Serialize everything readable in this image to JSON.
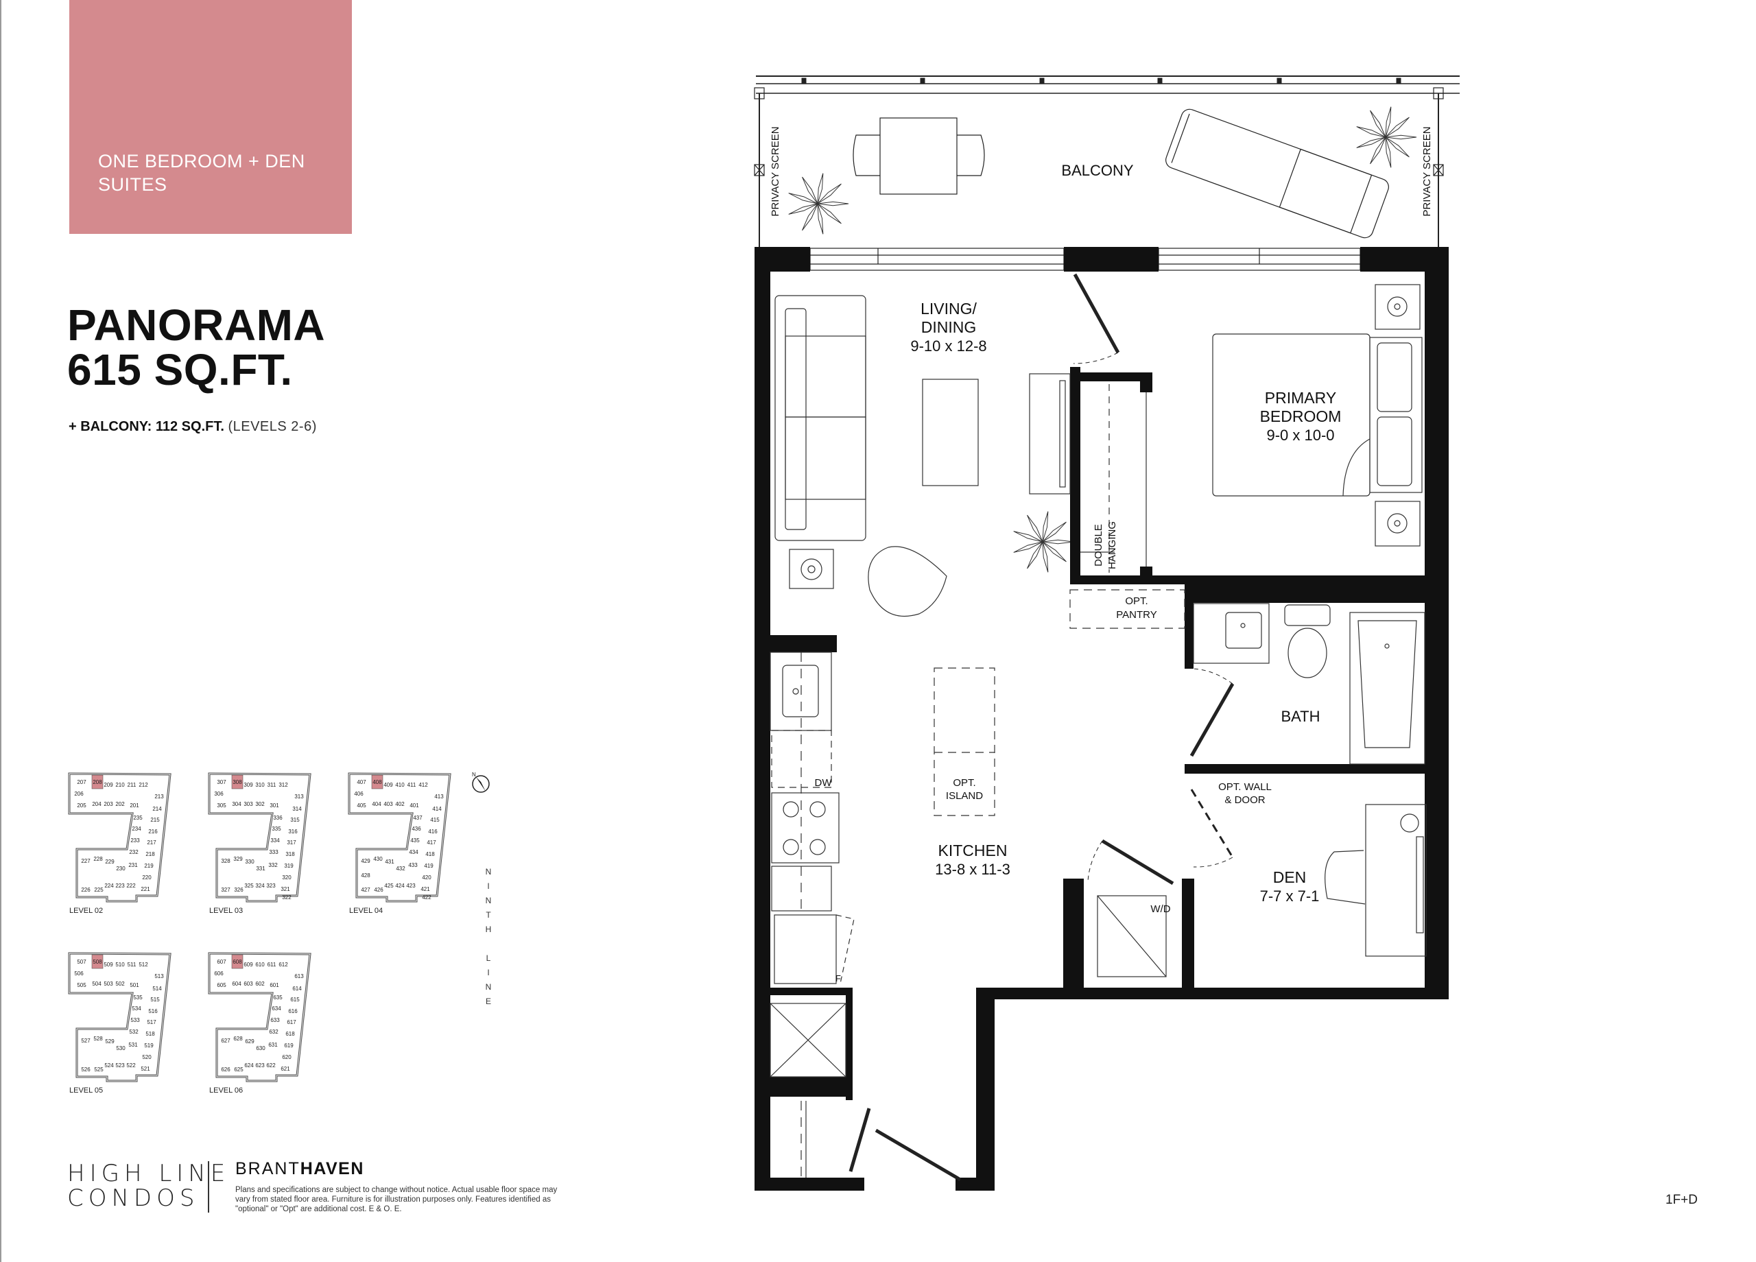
{
  "header": {
    "suite_type_line1": "ONE BEDROOM + DEN",
    "suite_type_line2": "SUITES",
    "accent_color": "#d48a8e"
  },
  "model": {
    "name": "PANORAMA",
    "area": "615 SQ.FT.",
    "balcony_label": "+ BALCONY: 112 SQ.FT.",
    "balcony_levels": "(LEVELS 2-6)"
  },
  "key_plans": {
    "street": "NINTH LINE",
    "north": "N",
    "highlight_color": "#d4898e",
    "levels": [
      {
        "label": "LEVEL 02",
        "highlighted": "208",
        "units": [
          "207",
          "208",
          "209",
          "210",
          "211",
          "212",
          "206",
          "205",
          "204",
          "203",
          "202",
          "201",
          "213",
          "214",
          "215",
          "216",
          "217",
          "218",
          "219",
          "220",
          "221",
          "235",
          "234",
          "233",
          "232",
          "231",
          "230",
          "229",
          "228",
          "227",
          "226",
          "225",
          "224",
          "223",
          "222"
        ]
      },
      {
        "label": "LEVEL 03",
        "highlighted": "308",
        "units": [
          "307",
          "308",
          "309",
          "310",
          "311",
          "312",
          "306",
          "305",
          "304",
          "303",
          "302",
          "301",
          "313",
          "314",
          "315",
          "316",
          "317",
          "318",
          "319",
          "320",
          "321",
          "336",
          "335",
          "334",
          "333",
          "332",
          "331",
          "330",
          "329",
          "328",
          "327",
          "326",
          "325",
          "324",
          "323",
          "322"
        ]
      },
      {
        "label": "LEVEL 04",
        "highlighted": "408",
        "units": [
          "407",
          "408",
          "409",
          "410",
          "411",
          "412",
          "406",
          "405",
          "404",
          "403",
          "402",
          "401",
          "413",
          "414",
          "415",
          "416",
          "417",
          "418",
          "419",
          "420",
          "421",
          "437",
          "436",
          "435",
          "434",
          "433",
          "432",
          "431",
          "430",
          "429",
          "427",
          "426",
          "425",
          "424",
          "423",
          "422",
          "428"
        ]
      },
      {
        "label": "LEVEL 05",
        "highlighted": "508",
        "units": [
          "507",
          "508",
          "509",
          "510",
          "511",
          "512",
          "506",
          "505",
          "504",
          "503",
          "502",
          "501",
          "513",
          "514",
          "515",
          "516",
          "517",
          "518",
          "519",
          "520",
          "521",
          "535",
          "534",
          "533",
          "532",
          "531",
          "530",
          "529",
          "528",
          "527",
          "526",
          "525",
          "524",
          "523",
          "522"
        ]
      },
      {
        "label": "LEVEL 06",
        "highlighted": "608",
        "units": [
          "607",
          "608",
          "609",
          "610",
          "611",
          "612",
          "606",
          "605",
          "604",
          "603",
          "602",
          "601",
          "613",
          "614",
          "615",
          "616",
          "617",
          "618",
          "619",
          "620",
          "621",
          "635",
          "634",
          "633",
          "632",
          "631",
          "630",
          "629",
          "628",
          "627",
          "626",
          "625",
          "624",
          "623",
          "622"
        ]
      }
    ]
  },
  "floor_plan": {
    "balcony": "BALCONY",
    "privacy_screen": "PRIVACY SCREEN",
    "living": {
      "line1": "LIVING/",
      "line2": "DINING",
      "dims": "9-10 x 12-8"
    },
    "bedroom": {
      "line1": "PRIMARY",
      "line2": "BEDROOM",
      "dims": "9-0 x 10-0"
    },
    "closet": {
      "line1": "DOUBLE",
      "line2": "HANGING"
    },
    "pantry": {
      "line1": "OPT.",
      "line2": "PANTRY"
    },
    "bath": "BATH",
    "opt_wall": {
      "line1": "OPT. WALL",
      "line2": "& DOOR"
    },
    "kitchen": {
      "name": "KITCHEN",
      "dims": "13-8 x 11-3"
    },
    "island": {
      "line1": "OPT.",
      "line2": "ISLAND"
    },
    "dishwasher": "DW",
    "fridge": "F",
    "laundry": "W/D",
    "den": {
      "name": "DEN",
      "dims": "7-7 x 7-1"
    },
    "plan_code": "1F+D"
  },
  "footer": {
    "logo_line1": "HIGH LINE",
    "logo_line2": "CONDOS",
    "brand_light": "BRANT",
    "brand_bold": "HAVEN",
    "disclaimer": "Plans and specifications are subject to change without notice. Actual usable floor space may vary from stated floor area. Furniture is for illustration purposes only. Features identified as \"optional\" or \"Opt\" are additional cost. E & O. E."
  }
}
